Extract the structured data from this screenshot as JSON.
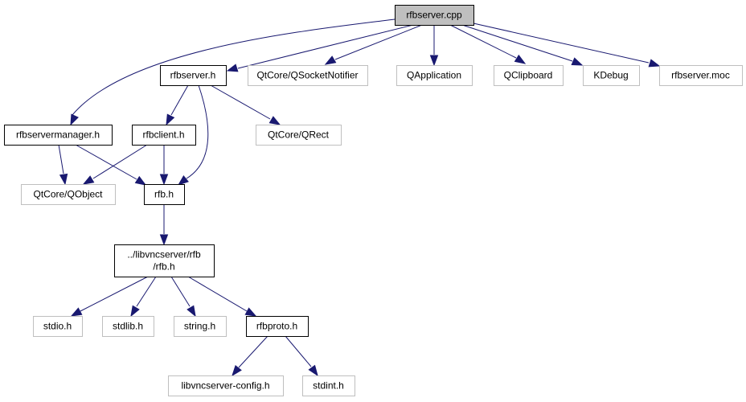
{
  "graph": {
    "title": "rfbserver.cpp include dependency graph",
    "colors": {
      "edge": "#191970",
      "primary_fill": "#bfbfbf",
      "local_border": "#000000",
      "external_border": "#bfbfbf"
    },
    "nodes": [
      {
        "id": "rfbserver_cpp",
        "label": [
          "rfbserver.cpp"
        ],
        "kind": "primary"
      },
      {
        "id": "rfbserver_h",
        "label": [
          "rfbserver.h"
        ],
        "kind": "local"
      },
      {
        "id": "qsocketnotifier",
        "label": [
          "QtCore/QSocketNotifier"
        ],
        "kind": "external"
      },
      {
        "id": "qapplication",
        "label": [
          "QApplication"
        ],
        "kind": "external"
      },
      {
        "id": "qclipboard",
        "label": [
          "QClipboard"
        ],
        "kind": "external"
      },
      {
        "id": "kdebug",
        "label": [
          "KDebug"
        ],
        "kind": "external"
      },
      {
        "id": "rfbserver_moc",
        "label": [
          "rfbserver.moc"
        ],
        "kind": "external"
      },
      {
        "id": "rfbservermanager_h",
        "label": [
          "rfbservermanager.h"
        ],
        "kind": "local"
      },
      {
        "id": "rfbclient_h",
        "label": [
          "rfbclient.h"
        ],
        "kind": "local"
      },
      {
        "id": "qrect",
        "label": [
          "QtCore/QRect"
        ],
        "kind": "external"
      },
      {
        "id": "qobject",
        "label": [
          "QtCore/QObject"
        ],
        "kind": "external"
      },
      {
        "id": "rfb_h",
        "label": [
          "rfb.h"
        ],
        "kind": "local"
      },
      {
        "id": "libvnc_rfb_h",
        "label": [
          "../libvncserver/rfb",
          "/rfb.h"
        ],
        "kind": "local"
      },
      {
        "id": "stdio_h",
        "label": [
          "stdio.h"
        ],
        "kind": "external"
      },
      {
        "id": "stdlib_h",
        "label": [
          "stdlib.h"
        ],
        "kind": "external"
      },
      {
        "id": "string_h",
        "label": [
          "string.h"
        ],
        "kind": "external"
      },
      {
        "id": "rfbproto_h",
        "label": [
          "rfbproto.h"
        ],
        "kind": "local"
      },
      {
        "id": "libvncserver_config_h",
        "label": [
          "libvncserver-config.h"
        ],
        "kind": "external"
      },
      {
        "id": "stdint_h",
        "label": [
          "stdint.h"
        ],
        "kind": "external"
      }
    ],
    "edges": [
      {
        "from": "rfbserver_cpp",
        "to": "rfbservermanager_h"
      },
      {
        "from": "rfbserver_cpp",
        "to": "rfbserver_h"
      },
      {
        "from": "rfbserver_cpp",
        "to": "qsocketnotifier"
      },
      {
        "from": "rfbserver_cpp",
        "to": "qapplication"
      },
      {
        "from": "rfbserver_cpp",
        "to": "qclipboard"
      },
      {
        "from": "rfbserver_cpp",
        "to": "kdebug"
      },
      {
        "from": "rfbserver_cpp",
        "to": "rfbserver_moc"
      },
      {
        "from": "rfbserver_h",
        "to": "rfbclient_h"
      },
      {
        "from": "rfbserver_h",
        "to": "rfb_h"
      },
      {
        "from": "rfbserver_h",
        "to": "qrect"
      },
      {
        "from": "rfbservermanager_h",
        "to": "qobject"
      },
      {
        "from": "rfbservermanager_h",
        "to": "rfb_h"
      },
      {
        "from": "rfbclient_h",
        "to": "qobject"
      },
      {
        "from": "rfbclient_h",
        "to": "rfb_h"
      },
      {
        "from": "rfb_h",
        "to": "libvnc_rfb_h"
      },
      {
        "from": "libvnc_rfb_h",
        "to": "stdio_h"
      },
      {
        "from": "libvnc_rfb_h",
        "to": "stdlib_h"
      },
      {
        "from": "libvnc_rfb_h",
        "to": "string_h"
      },
      {
        "from": "libvnc_rfb_h",
        "to": "rfbproto_h"
      },
      {
        "from": "rfbproto_h",
        "to": "libvncserver_config_h"
      },
      {
        "from": "rfbproto_h",
        "to": "stdint_h"
      }
    ]
  }
}
